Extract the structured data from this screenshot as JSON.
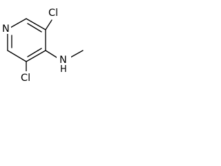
{
  "molecule": {
    "atom_labels": {
      "pyridine_nitrogen": "N",
      "chlorine_top": "Cl",
      "chlorine_bottom": "Cl",
      "amine_nitrogen": "N",
      "amine_hydrogen": "H"
    }
  }
}
